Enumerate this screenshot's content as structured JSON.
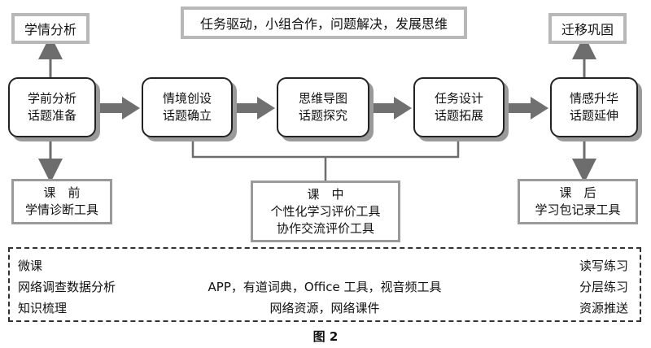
{
  "top_boxes": {
    "analysis": "学情分析",
    "principle": "任务驱动，小组合作，问题解决，发展思维",
    "consolidate": "迁移巩固"
  },
  "stages": [
    {
      "line1": "学前分析",
      "line2": "话题准备"
    },
    {
      "line1": "情境创设",
      "line2": "话题确立"
    },
    {
      "line1": "思维导图",
      "line2": "话题探究"
    },
    {
      "line1": "任务设计",
      "line2": "话题拓展"
    },
    {
      "line1": "情感升华",
      "line2": "话题延伸"
    }
  ],
  "tools": {
    "before": {
      "title": "课　前",
      "line1": "学情诊断工具"
    },
    "during": {
      "title": "课　中",
      "line1": "个性化学习评价工具",
      "line2": "协作交流评价工具"
    },
    "after": {
      "title": "课　后",
      "line1": "学习包记录工具"
    }
  },
  "resources": [
    {
      "left": "微课",
      "middle": "",
      "right": "读写练习"
    },
    {
      "left": "网络调查数据分析",
      "middle": "APP，有道词典，Office 工具，视音频工具",
      "right": "分层练习"
    },
    {
      "left": "知识梳理",
      "middle": "网络资源，网络课件",
      "right": "资源推送"
    }
  ],
  "caption": "图 2"
}
